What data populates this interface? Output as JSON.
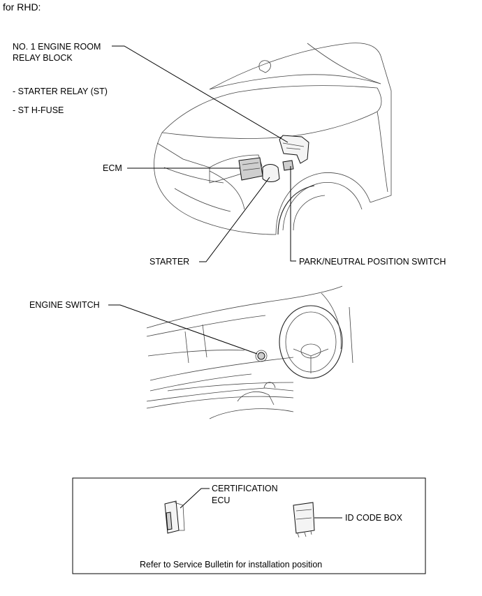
{
  "title": "for RHD:",
  "labels": {
    "relay_block_line1": "NO. 1 ENGINE ROOM",
    "relay_block_line2": "RELAY BLOCK",
    "starter_relay": "- STARTER RELAY (ST)",
    "st_hfuse": "- ST H-FUSE",
    "ecm": "ECM",
    "starter": "STARTER",
    "park_neutral": "PARK/NEUTRAL POSITION SWITCH",
    "engine_switch": "ENGINE SWITCH",
    "cert_line1": "CERTIFICATION",
    "cert_line2": "ECU",
    "id_code_box": "ID CODE BOX",
    "note": "Refer to Service Bulletin for installation position"
  }
}
